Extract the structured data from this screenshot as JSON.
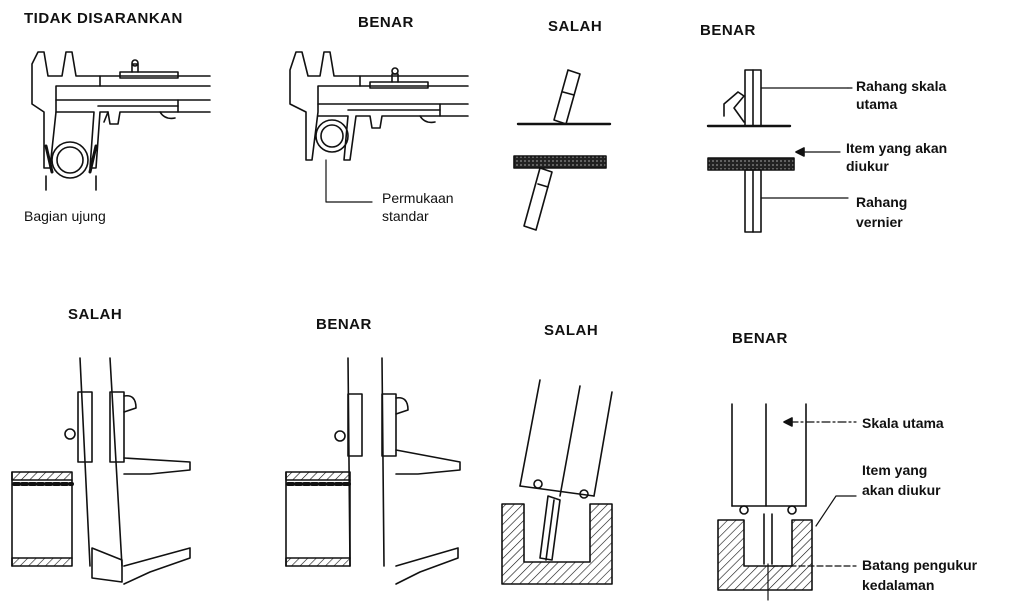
{
  "colors": {
    "ink": "#111111",
    "background": "#ffffff"
  },
  "panels": {
    "p1": {
      "title": "TIDAK DISARANKAN",
      "annotation": "Bagian ujung"
    },
    "p2": {
      "title": "BENAR",
      "annotation_line1": "Permukaan",
      "annotation_line2": "standar"
    },
    "p3": {
      "title": "SALAH"
    },
    "p4": {
      "title": "BENAR",
      "rahang_skala_line1": "Rahang skala",
      "rahang_skala_line2": "utama",
      "item_line1": "Item yang akan",
      "item_line2": "diukur",
      "rahang_vernier_line1": "Rahang",
      "rahang_vernier_line2": "vernier"
    },
    "p5": {
      "title": "SALAH"
    },
    "p6": {
      "title": "BENAR"
    },
    "p7": {
      "title": "SALAH"
    },
    "p8": {
      "title": "BENAR",
      "skala_utama": "Skala utama",
      "item_line1": "Item yang",
      "item_line2": "akan diukur",
      "batang_line1": "Batang pengukur",
      "batang_line2": "kedalaman"
    }
  }
}
